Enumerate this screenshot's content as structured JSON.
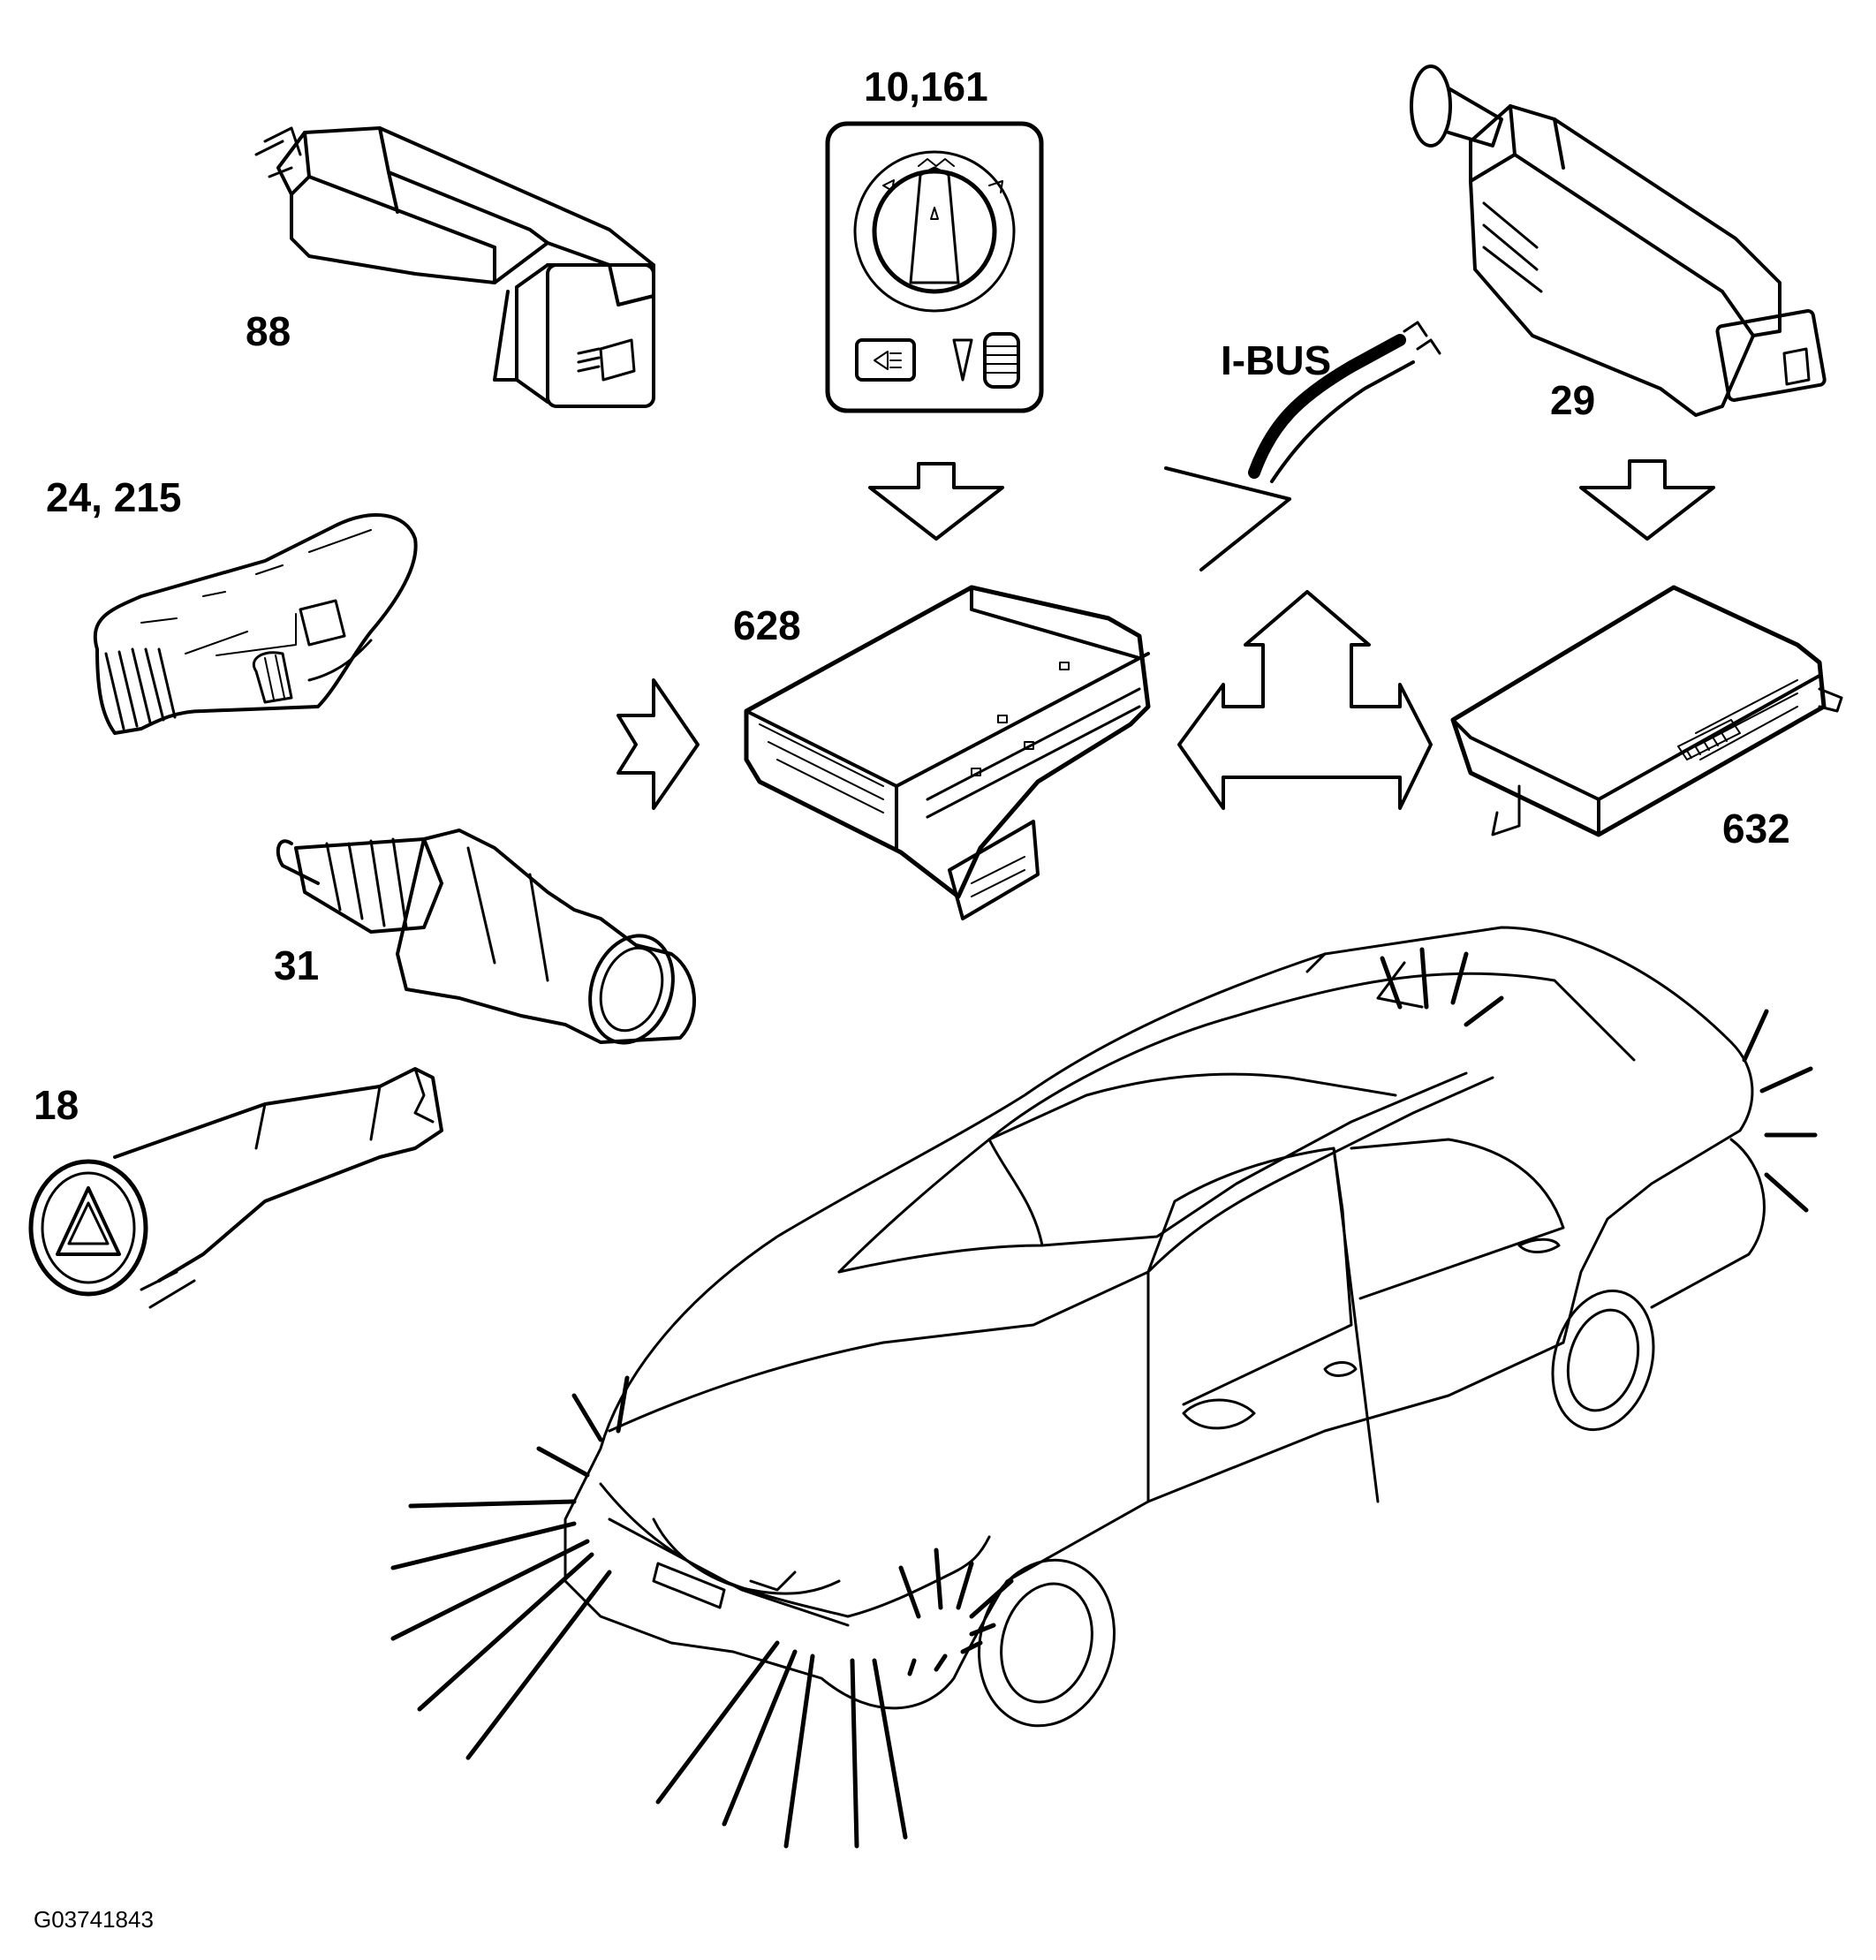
{
  "labels": {
    "c88": "88",
    "c10161": "10,161",
    "ibus": "I-BUS",
    "c29": "29",
    "c24215": "24, 215",
    "c628": "628",
    "c632": "632",
    "c31": "31",
    "c18": "18"
  },
  "figure_code": "G03741843",
  "colors": {
    "line": "#000000",
    "background": "#ffffff"
  }
}
